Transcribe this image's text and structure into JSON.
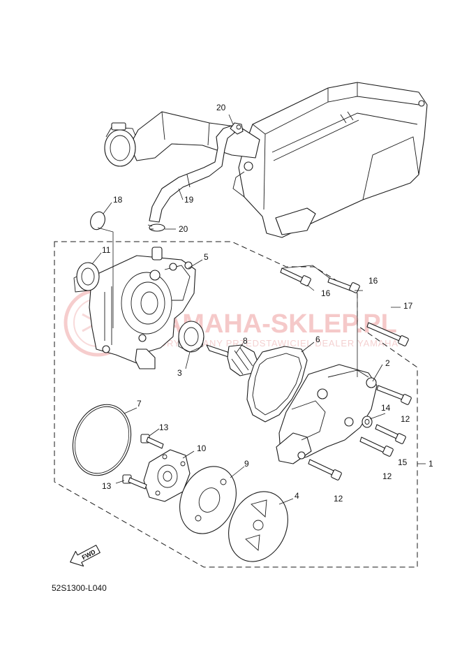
{
  "watermark": {
    "brand": "YAMAHA-SKLEP.PL",
    "tagline": "AUTORYZOWANY PRZEDSTAWICIEL DEALER YAMAHA"
  },
  "diagram_code": "52S1300-L040",
  "direction_label": "FWD",
  "callouts": {
    "c1": "1",
    "c2": "2",
    "c3": "3",
    "c4": "4",
    "c5": "5",
    "c6": "6",
    "c7": "7",
    "c8": "8",
    "c9": "9",
    "c10": "10",
    "c11": "11",
    "c12a": "12",
    "c12b": "12",
    "c12c": "12",
    "c13a": "13",
    "c13b": "13",
    "c14": "14",
    "c15": "15",
    "c16a": "16",
    "c16b": "16",
    "c17": "17",
    "c18": "18",
    "c19": "19",
    "c20a": "20",
    "c20b": "20"
  },
  "icons": {
    "watermark_logo": "yamaha-tuning-fork-emblem",
    "fwd_arrow": "arrow-left-down-icon"
  }
}
